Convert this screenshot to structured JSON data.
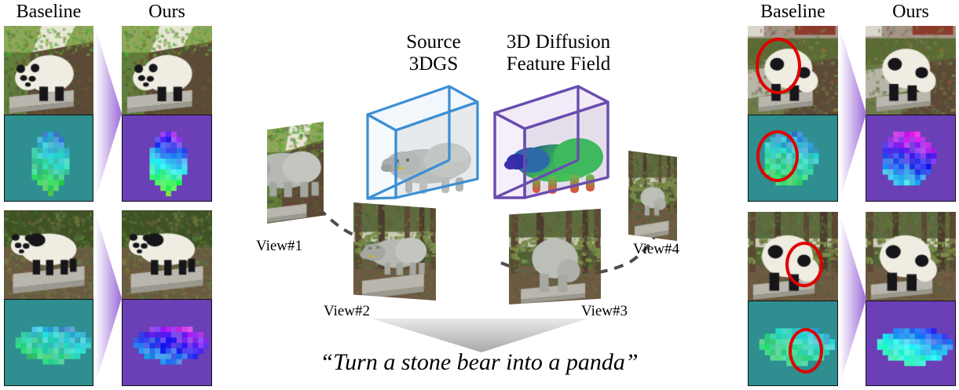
{
  "figure": {
    "left_group": {
      "baseline_label": "Baseline",
      "ours_label": "Ours"
    },
    "right_group": {
      "baseline_label": "Baseline",
      "ours_label": "Ours"
    },
    "center": {
      "source_title": "Source\n3DGS",
      "source_title_line1": "Source",
      "source_title_line2": "3DGS",
      "feature_title_line1": "3D Diffusion",
      "feature_title_line2": "Feature Field",
      "views": [
        {
          "label": "View#1"
        },
        {
          "label": "View#2"
        },
        {
          "label": "View#3"
        },
        {
          "label": "View#4"
        }
      ],
      "prompt": "“Turn a stone bear into a panda”"
    },
    "colors": {
      "baseline_feature_bg": "#2e8e90",
      "ours_feature_bg": "#6b3fb5",
      "source_cube_edge": "#3b8fd4",
      "feature_cube_edge": "#6a4caf",
      "highlight_circle": "#e00000",
      "arrow_gradient_from": "#ffffff",
      "arrow_gradient_to": "#9d6bd8",
      "dashed_path": "#4d4d4d"
    }
  }
}
